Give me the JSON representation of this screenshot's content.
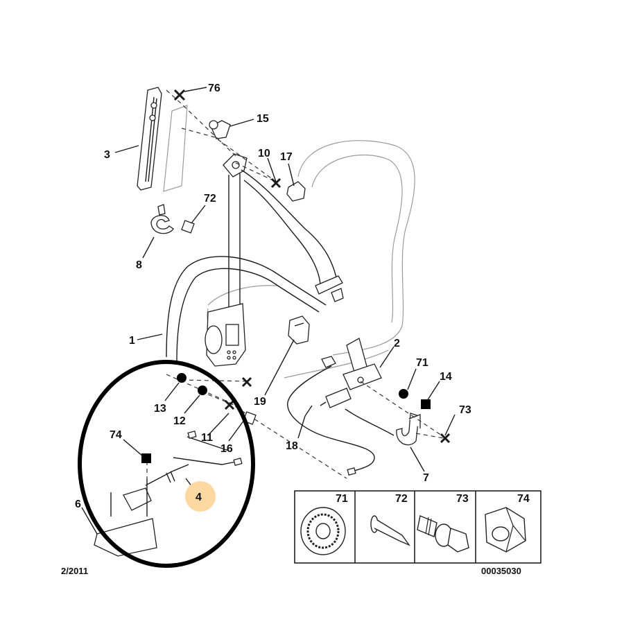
{
  "callouts": {
    "c76": "76",
    "c15": "15",
    "c3": "3",
    "c10": "10",
    "c17": "17",
    "c72": "72",
    "c8": "8",
    "c1": "1",
    "c2": "2",
    "c71": "71",
    "c14": "14",
    "c13": "13",
    "c12": "12",
    "c19": "19",
    "c73": "73",
    "c74": "74",
    "c11": "11",
    "c16": "16",
    "c18": "18",
    "c7": "7",
    "c6": "6",
    "c4": "4"
  },
  "legend": {
    "items": [
      {
        "number": "71",
        "icon": "serrated-washer"
      },
      {
        "number": "72",
        "icon": "rivet"
      },
      {
        "number": "73",
        "icon": "screw"
      },
      {
        "number": "74",
        "icon": "nut"
      }
    ]
  },
  "footer": {
    "date": "2/2011",
    "reference": "00035030"
  },
  "colors": {
    "highlight": "#fbd9a0",
    "ellipse": "#000000"
  }
}
